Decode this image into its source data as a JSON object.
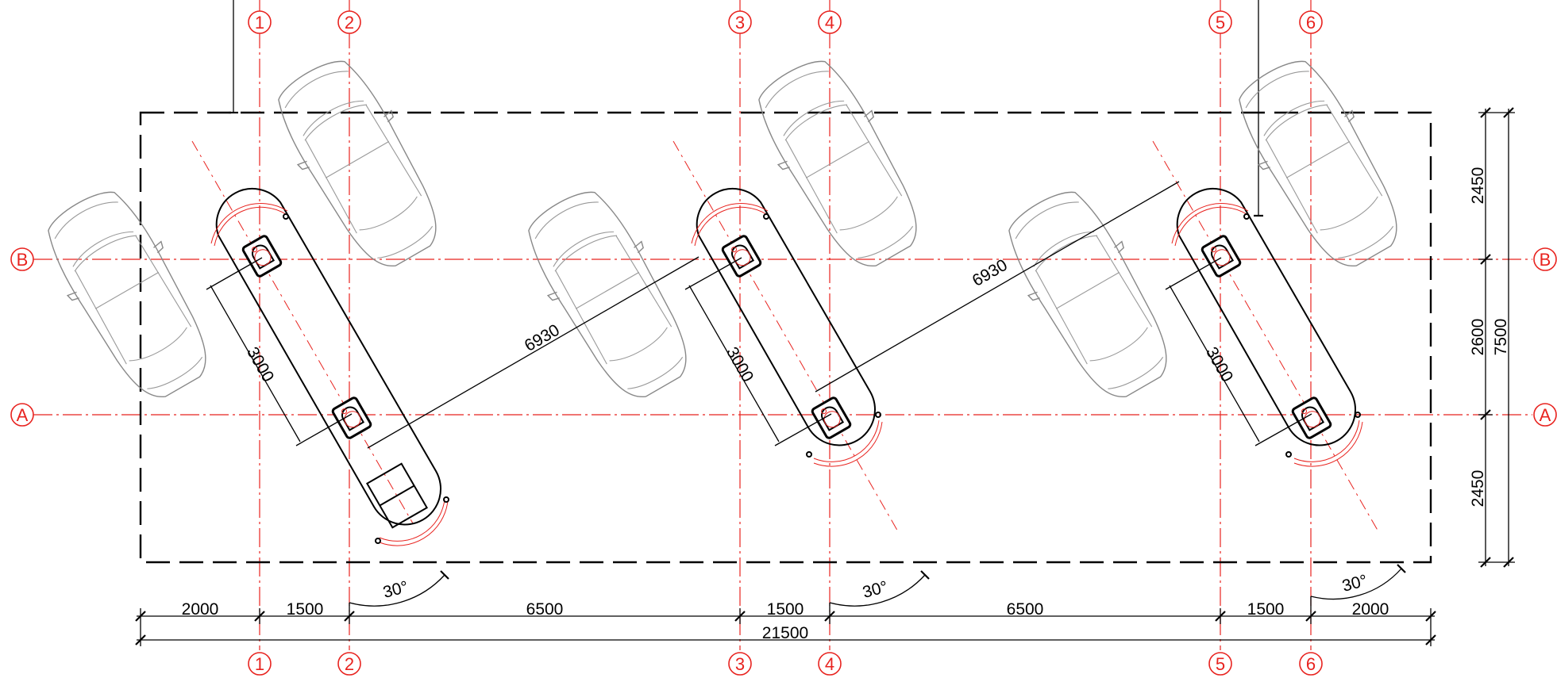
{
  "grid_labels": {
    "vertical": [
      "1",
      "2",
      "3",
      "4",
      "5",
      "6"
    ],
    "horizontal": [
      "A",
      "B"
    ]
  },
  "dimensions": {
    "bottom_row": [
      "2000",
      "1500",
      "6500",
      "1500",
      "6500",
      "1500",
      "2000"
    ],
    "overall": "21500",
    "right_row": [
      "2450",
      "2600",
      "2450"
    ],
    "right_overall": "7500",
    "island_length": [
      "3000",
      "3000",
      "3000"
    ],
    "spacing": [
      "6930",
      "6930"
    ],
    "angles": [
      "30°",
      "30°",
      "30°"
    ]
  },
  "colors": {
    "grid": "#e8231f",
    "linework": "#000000",
    "cars": "#888888"
  }
}
